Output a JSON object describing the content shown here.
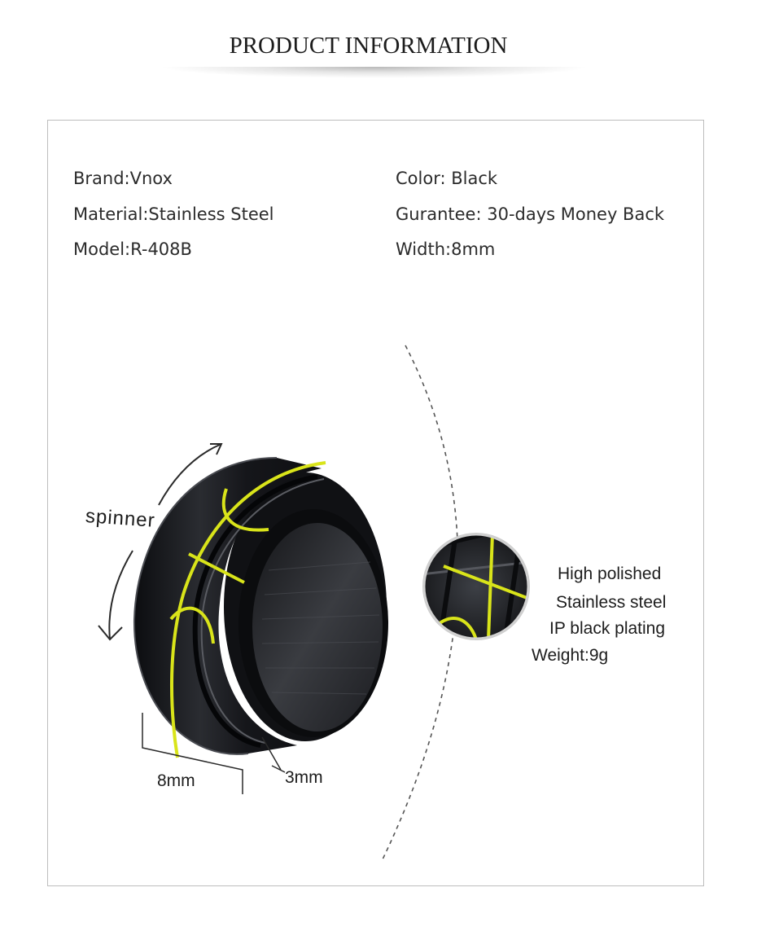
{
  "header": {
    "title": "PRODUCT INFORMATION"
  },
  "specs": {
    "brand": "Brand:Vnox",
    "material": "Material:Stainless Steel",
    "model": "Model:R-408B",
    "color": "Color: Black",
    "guarantee": "Gurantee: 30-days Money Back",
    "width": "Width:8mm"
  },
  "illustration": {
    "spinner_label": "spinner",
    "width_label": "8mm",
    "edge_label": "3mm",
    "feature_lines": [
      "High polished",
      "Stainless steel",
      "IP black plating",
      "Weight:9g"
    ]
  },
  "colors": {
    "ring": "#1e1f22",
    "accent": "#d9e41a",
    "border": "#bdbdbd"
  }
}
